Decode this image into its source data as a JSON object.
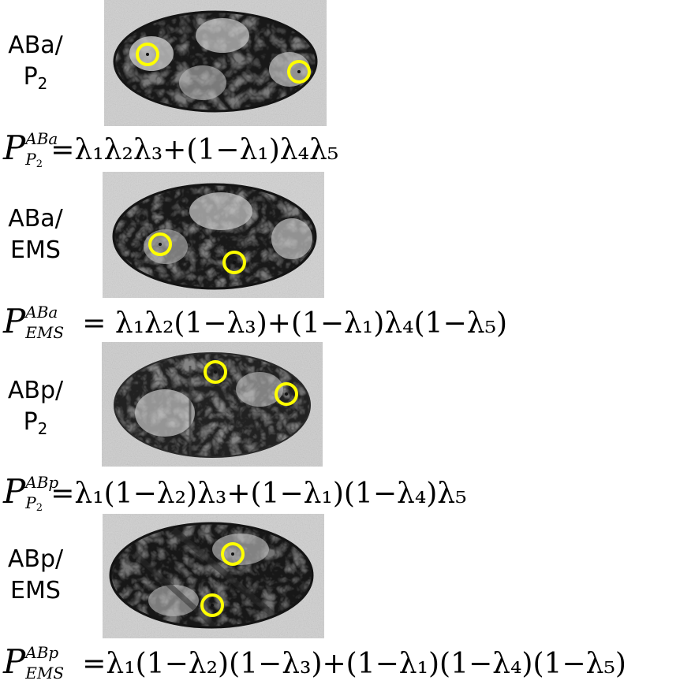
{
  "colors": {
    "marker": "#ffff00",
    "background": "#ffffff",
    "text": "#000000"
  },
  "panels": [
    {
      "label_line1": "ABa/",
      "label_sym": "P",
      "label_sub": "2",
      "formula_sup": "ABa",
      "formula_sub_main": "P",
      "formula_sub_index": "2",
      "formula_body": "=λ₁λ₂λ₃+(1−λ₁)λ₄λ₅"
    },
    {
      "label_line1": "ABa/",
      "label_line2": "EMS",
      "formula_sup": "ABa",
      "formula_sub_main": "EMS",
      "formula_body": "= λ₁λ₂(1−λ₃)+(1−λ₁)λ₄(1−λ₅)"
    },
    {
      "label_line1": "ABp/",
      "label_sym": "P",
      "label_sub": "2",
      "formula_sup": "ABp",
      "formula_sub_main": "P",
      "formula_sub_index": "2",
      "formula_body": "=λ₁(1−λ₂)λ₃+(1−λ₁)(1−λ₄)λ₅"
    },
    {
      "label_line1": "ABp/",
      "label_line2": "EMS",
      "formula_sup": "ABp",
      "formula_sub_main": "EMS",
      "formula_body": "=λ₁(1−λ₂)(1−λ₃)+(1−λ₁)(1−λ₄)(1−λ₅)"
    }
  ],
  "formula_symbol": "P"
}
